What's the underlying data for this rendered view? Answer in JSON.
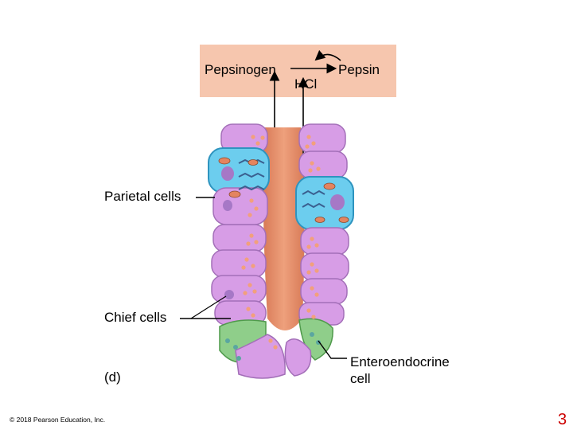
{
  "reaction": {
    "left": "Pepsinogen",
    "catalyst": "HCl",
    "right": "Pepsin"
  },
  "labels": {
    "parietal": "Parietal cells",
    "chief": "Chief cells",
    "enteroendocrine_line1": "Enteroendocrine",
    "enteroendocrine_line2": "cell",
    "panel": "(d)"
  },
  "footer": {
    "copyright": "© 2018 Pearson Education, Inc.",
    "page_number": "3"
  },
  "colors": {
    "reaction_box": "#f6c6ae",
    "lumen": "#e38a66",
    "chief_cell": "#d79de6",
    "parietal_cell": "#6ccdee",
    "enteroendocrine_cell": "#8fce8a",
    "granule": "#f2a07c",
    "nucleus": "#a678c6"
  }
}
